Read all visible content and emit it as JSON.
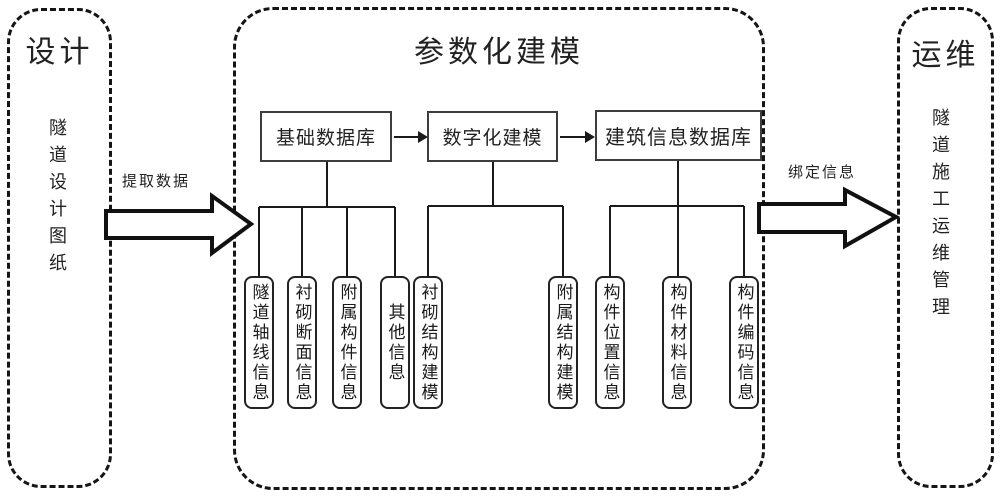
{
  "page": {
    "background": "#ffffff",
    "line_color": "#1a1a1a",
    "box_border_color": "#3d3d3d"
  },
  "left_panel": {
    "title": "设计",
    "body": "隧道设计图纸"
  },
  "flow_arrows": {
    "extract_label": "提取数据",
    "bind_label": "绑定信息"
  },
  "middle_panel": {
    "title": "参数化建模",
    "process_boxes": [
      {
        "label": "基础数据库"
      },
      {
        "label": "数字化建模"
      },
      {
        "label": "建筑信息数据库"
      }
    ],
    "leaf_boxes": [
      {
        "label": "隧道轴线信息"
      },
      {
        "label": "衬砌断面信息"
      },
      {
        "label": "附属构件信息"
      },
      {
        "label": "其他信息"
      },
      {
        "label": "衬砌结构建模"
      },
      {
        "label": "附属结构建模"
      },
      {
        "label": "构件位置信息"
      },
      {
        "label": "构件材料信息"
      },
      {
        "label": "构件编码信息"
      }
    ]
  },
  "right_panel": {
    "title": "运维",
    "body": "隧道施工运维管理"
  }
}
